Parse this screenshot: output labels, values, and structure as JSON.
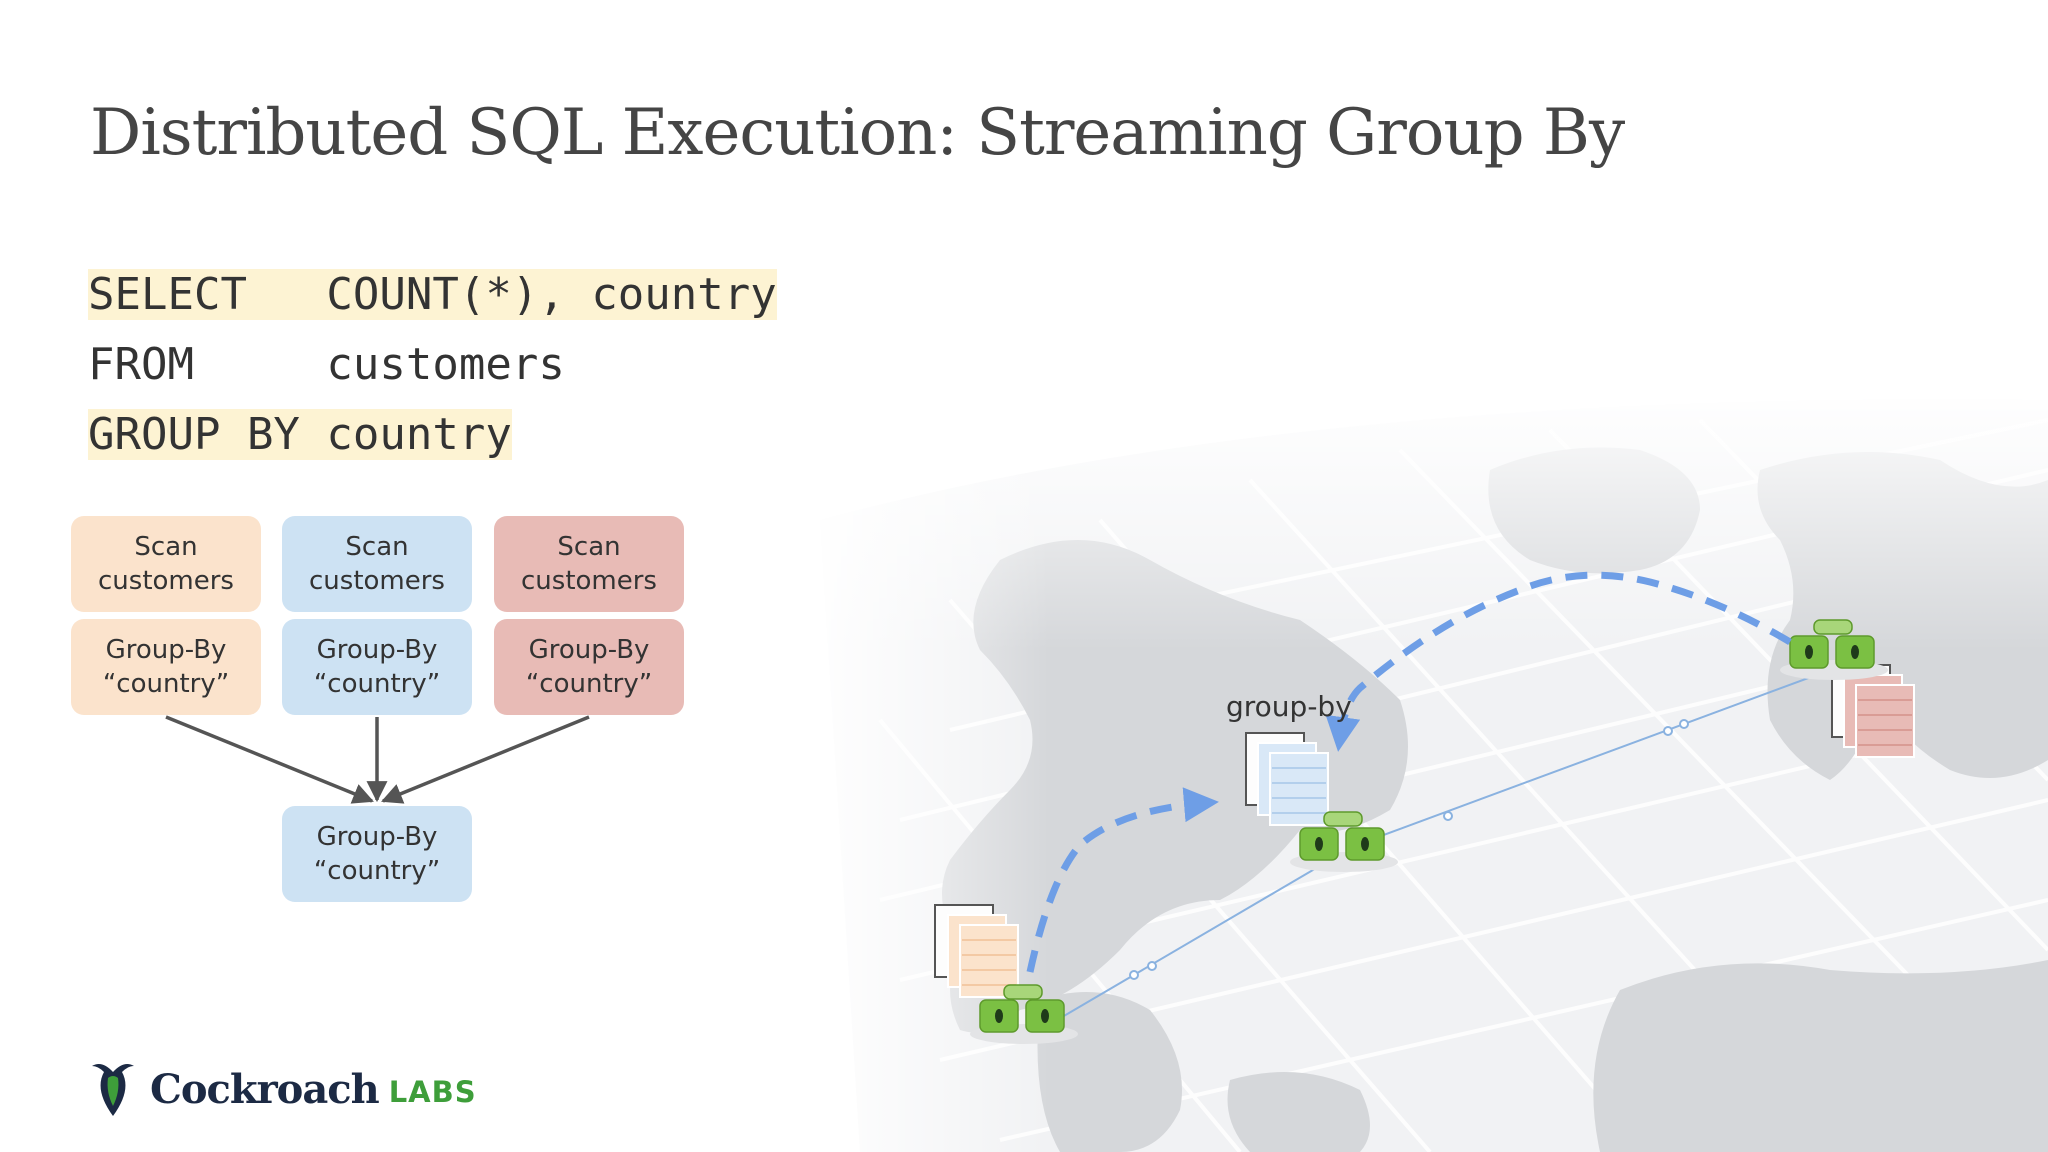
{
  "slide": {
    "title": "Distributed SQL Execution: Streaming Group By"
  },
  "sql": {
    "line1": "SELECT   COUNT(*), country",
    "line2": "FROM     customers",
    "line3": "GROUP BY country"
  },
  "flow": {
    "nodes": [
      {
        "line1": "Scan",
        "line2": "customers"
      },
      {
        "line1": "Scan",
        "line2": "customers"
      },
      {
        "line1": "Scan",
        "line2": "customers"
      },
      {
        "line1": "Group-By",
        "line2": "“country”"
      },
      {
        "line1": "Group-By",
        "line2": "“country”"
      },
      {
        "line1": "Group-By",
        "line2": "“country”"
      },
      {
        "line1": "Group-By",
        "line2": "“country”"
      }
    ],
    "colors": {
      "orange": "#fbe3cc",
      "blue": "#cde2f3",
      "red": "#e8bbb6",
      "arrow": "#555555"
    }
  },
  "map": {
    "label": "group-by",
    "colors": {
      "dashed_arrow": "#6e9ee6",
      "link_line": "#8ab2e0",
      "node_green": "#7bc043"
    }
  },
  "logo": {
    "word": "Cockroach",
    "suffix": "LABS",
    "icon": "cockroach-icon"
  }
}
